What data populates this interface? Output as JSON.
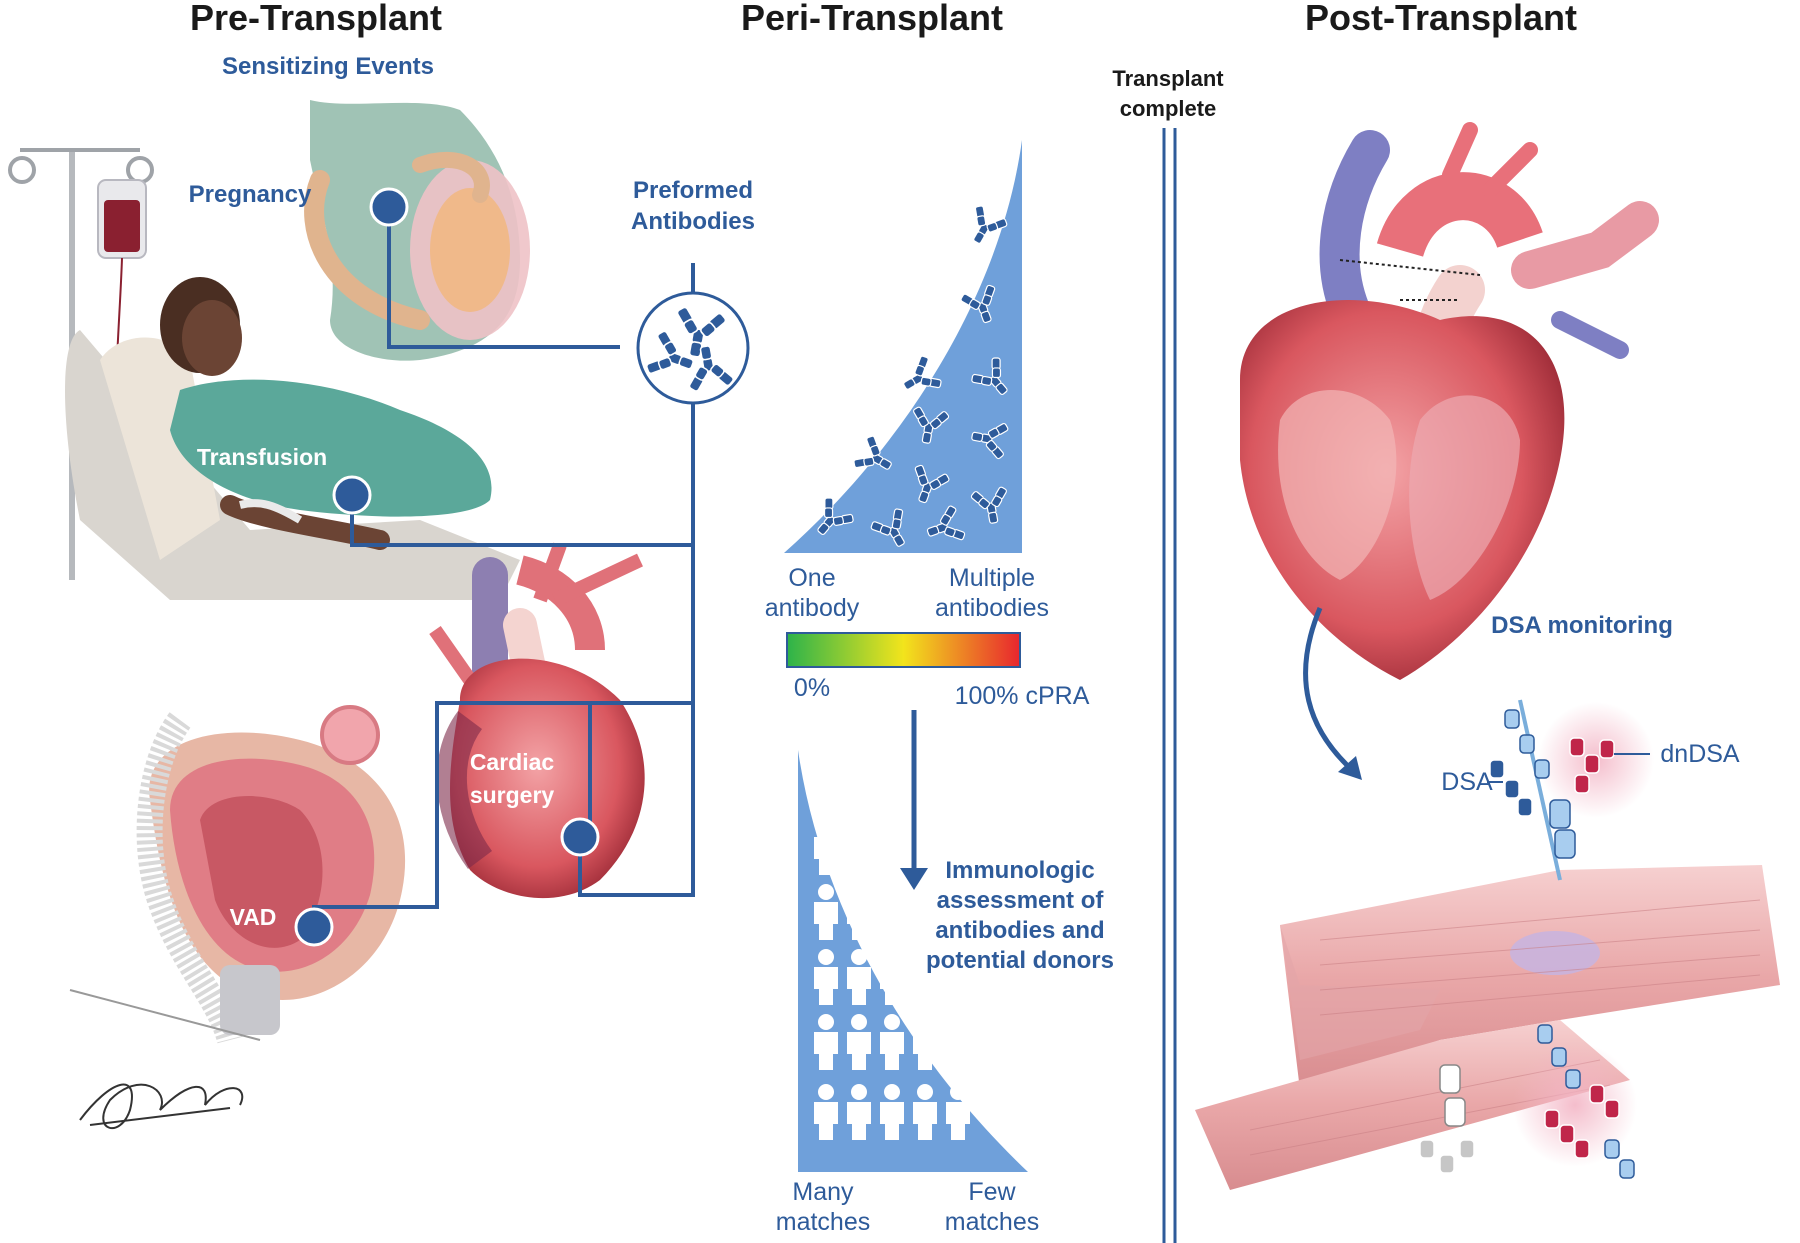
{
  "headers": {
    "pre": "Pre-Transplant",
    "peri": "Peri-Transplant",
    "post": "Post-Transplant"
  },
  "pre": {
    "subtitle": "Sensitizing Events",
    "pregnancy": "Pregnancy",
    "transfusion": "Transfusion",
    "cardiac_line1": "Cardiac",
    "cardiac_line2": "surgery",
    "vad": "VAD",
    "preformed_line1": "Preformed",
    "preformed_line2": "Antibodies"
  },
  "peri": {
    "one_line1": "One",
    "one_line2": "antibody",
    "multiple_line1": "Multiple",
    "multiple_line2": "antibodies",
    "pct_low": "0%",
    "pct_high": "100% cPRA",
    "assess_line1": "Immunologic",
    "assess_line2": "assessment of",
    "assess_line3": "antibodies and",
    "assess_line4": "potential donors",
    "many_line1": "Many",
    "many_line2": "matches",
    "few_line1": "Few",
    "few_line2": "matches"
  },
  "post": {
    "transplant_line1": "Transplant",
    "transplant_line2": "complete",
    "dsa_monitoring": "DSA monitoring",
    "dsa": "DSA",
    "dndsa": "dnDSA"
  },
  "signature": "K.V. Smith",
  "colors": {
    "accent": "#2e5b9a",
    "triangle": "#6fa0da",
    "antibody_blue": "#2e5b9a",
    "antibody_red": "#c0264a",
    "cpra_low": "#2db34a",
    "cpra_mid": "#f2e41c",
    "cpra_high": "#e8262e"
  },
  "icons": [
    "antibody-icon",
    "person-icon",
    "heart-illustration",
    "arrow-down-icon"
  ]
}
